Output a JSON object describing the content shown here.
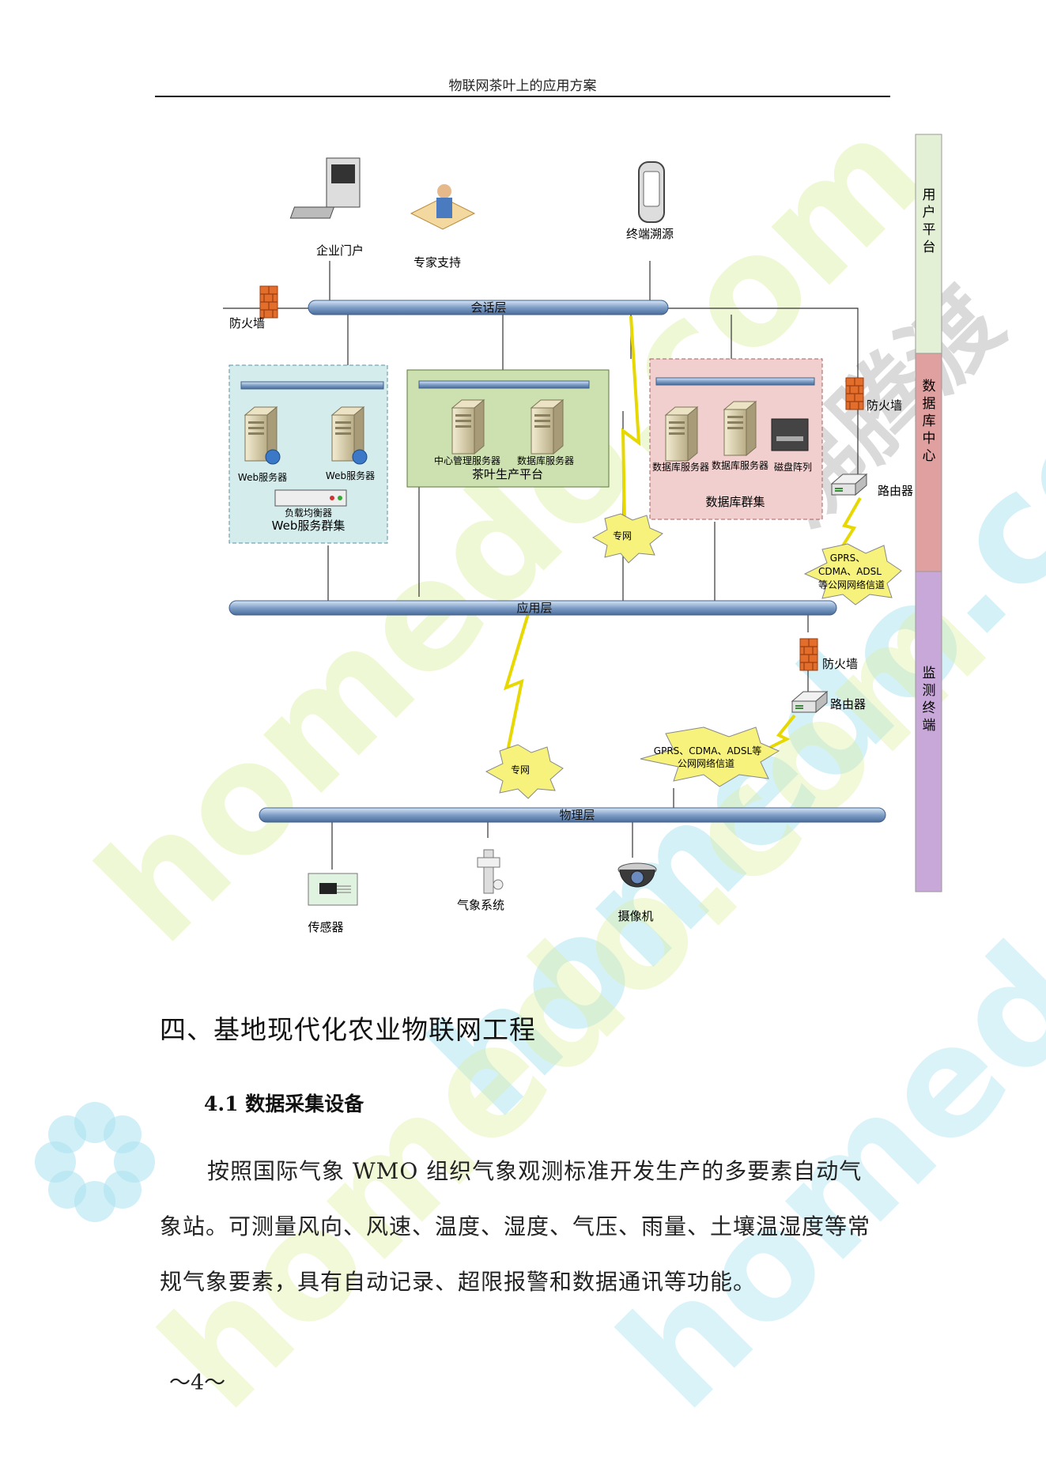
{
  "header": {
    "title": "物联网茶叶上的应用方案"
  },
  "diagram": {
    "layers": {
      "session": "会话层",
      "application": "应用层",
      "physical": "物理层"
    },
    "side_bands": [
      {
        "label": "用户平台",
        "color": "#e3f0d5"
      },
      {
        "label": "数据库中心",
        "color": "#e0a0a0"
      },
      {
        "label": "监测终端",
        "color": "#c8a8d8"
      }
    ],
    "top_nodes": {
      "portal": "企业门户",
      "expert": "专家支持",
      "trace": "终端溯源"
    },
    "firewall": "防火墙",
    "router": "路由器",
    "web_cluster": {
      "server1": "Web服务器",
      "server2": "Web服务器",
      "balancer": "负载均衡器",
      "title": "Web服务群集"
    },
    "tea_platform": {
      "server1": "中心管理服务器",
      "server2": "数据库服务器",
      "title": "茶叶生产平台"
    },
    "db_cluster": {
      "server1": "数据库服务器",
      "server2": "数据库服务器",
      "array": "磁盘阵列",
      "title": "数据库群集"
    },
    "private_net": "专网",
    "gprs_upper": {
      "line1": "GPRS、",
      "line2": "CDMA、ADSL",
      "line3": "等公网网络信道"
    },
    "gprs_lower": {
      "line1": "GPRS、CDMA、ADSL等",
      "line2": "公网网络信道"
    },
    "terminals": {
      "sensor": "传感器",
      "weather": "气象系统",
      "camera": "摄像机"
    }
  },
  "section": {
    "heading": "四、基地现代化农业物联网工程",
    "subheading": "4.1 数据采集设备",
    "paragraph": "按照国际气象 WMO 组织气象观测标准开发生产的多要素自动气象站。可测量风向、风速、温度、湿度、气压、雨量、土壤温湿度等常规气象要素，具有自动记录、超限报警和数据通讯等功能。"
  },
  "page_number": "～4～",
  "watermark": {
    "text": "homedo.com",
    "brand": "沸腾渡"
  }
}
